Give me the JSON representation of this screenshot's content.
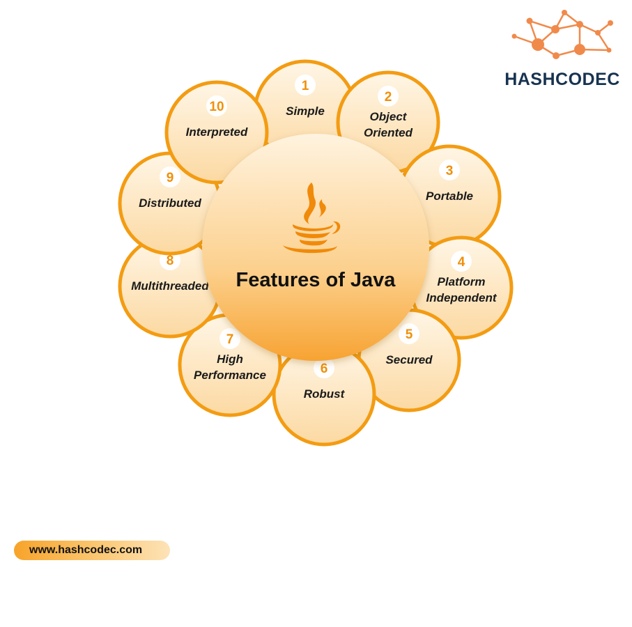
{
  "title": "Features of Java",
  "brand": {
    "name": "HASHCODEC",
    "colors": {
      "text": "#183350",
      "network": "#f08a4b"
    }
  },
  "website": "www.hashcodec.com",
  "center_icon": "java-coffee-cup-icon",
  "colors": {
    "accent": "#f39c12",
    "fill_light": "#fff3df",
    "fill_mid": "#fbd08d",
    "fill_dark": "#f7a332"
  },
  "features": [
    {
      "number": "1",
      "lines": [
        "Simple"
      ]
    },
    {
      "number": "2",
      "lines": [
        "Object",
        "Oriented"
      ]
    },
    {
      "number": "3",
      "lines": [
        "Portable"
      ]
    },
    {
      "number": "4",
      "lines": [
        "Platform",
        "Independent"
      ]
    },
    {
      "number": "5",
      "lines": [
        "Secured"
      ]
    },
    {
      "number": "6",
      "lines": [
        "Robust"
      ]
    },
    {
      "number": "7",
      "lines": [
        "High",
        "Performance"
      ]
    },
    {
      "number": "8",
      "lines": [
        "Multithreaded"
      ]
    },
    {
      "number": "9",
      "lines": [
        "Distributed"
      ]
    },
    {
      "number": "10",
      "lines": [
        "Interpreted"
      ]
    }
  ]
}
